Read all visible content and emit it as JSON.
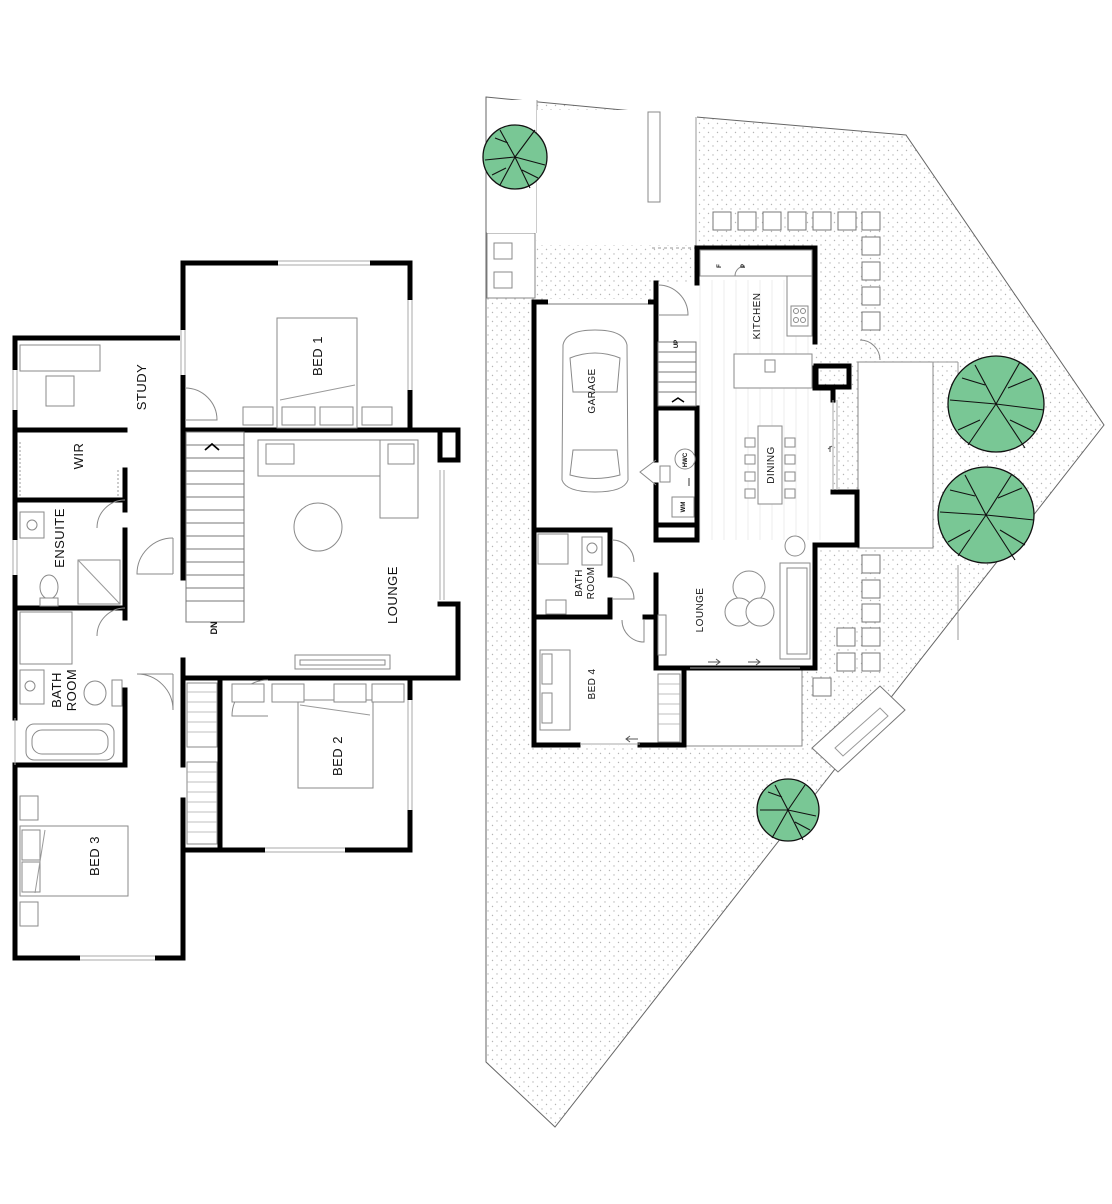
{
  "upper_floor": {
    "rooms": {
      "bed1": "BED 1",
      "study": "STUDY",
      "wir": "WIR",
      "ensuite": "ENSUITE",
      "lounge": "LOUNGE",
      "bath_line1": "BATH",
      "bath_line2": "ROOM",
      "bed2": "BED 2",
      "bed3": "BED 3"
    },
    "stair_label": "DN"
  },
  "ground_floor": {
    "rooms": {
      "garage": "GARAGE",
      "kitchen": "KITCHEN",
      "dining": "DINING",
      "bath_line1": "BATH",
      "bath_line2": "ROOM",
      "lounge": "LOUNGE",
      "bed4": "BED 4"
    },
    "stair_label": "UP",
    "fixtures": {
      "hwc": "HWC",
      "wm": "WM",
      "fridge": "F",
      "pantry": "P"
    }
  },
  "colors": {
    "tree": "#79c795",
    "wall": "#000000",
    "site_dots": "#b5b5b5"
  }
}
